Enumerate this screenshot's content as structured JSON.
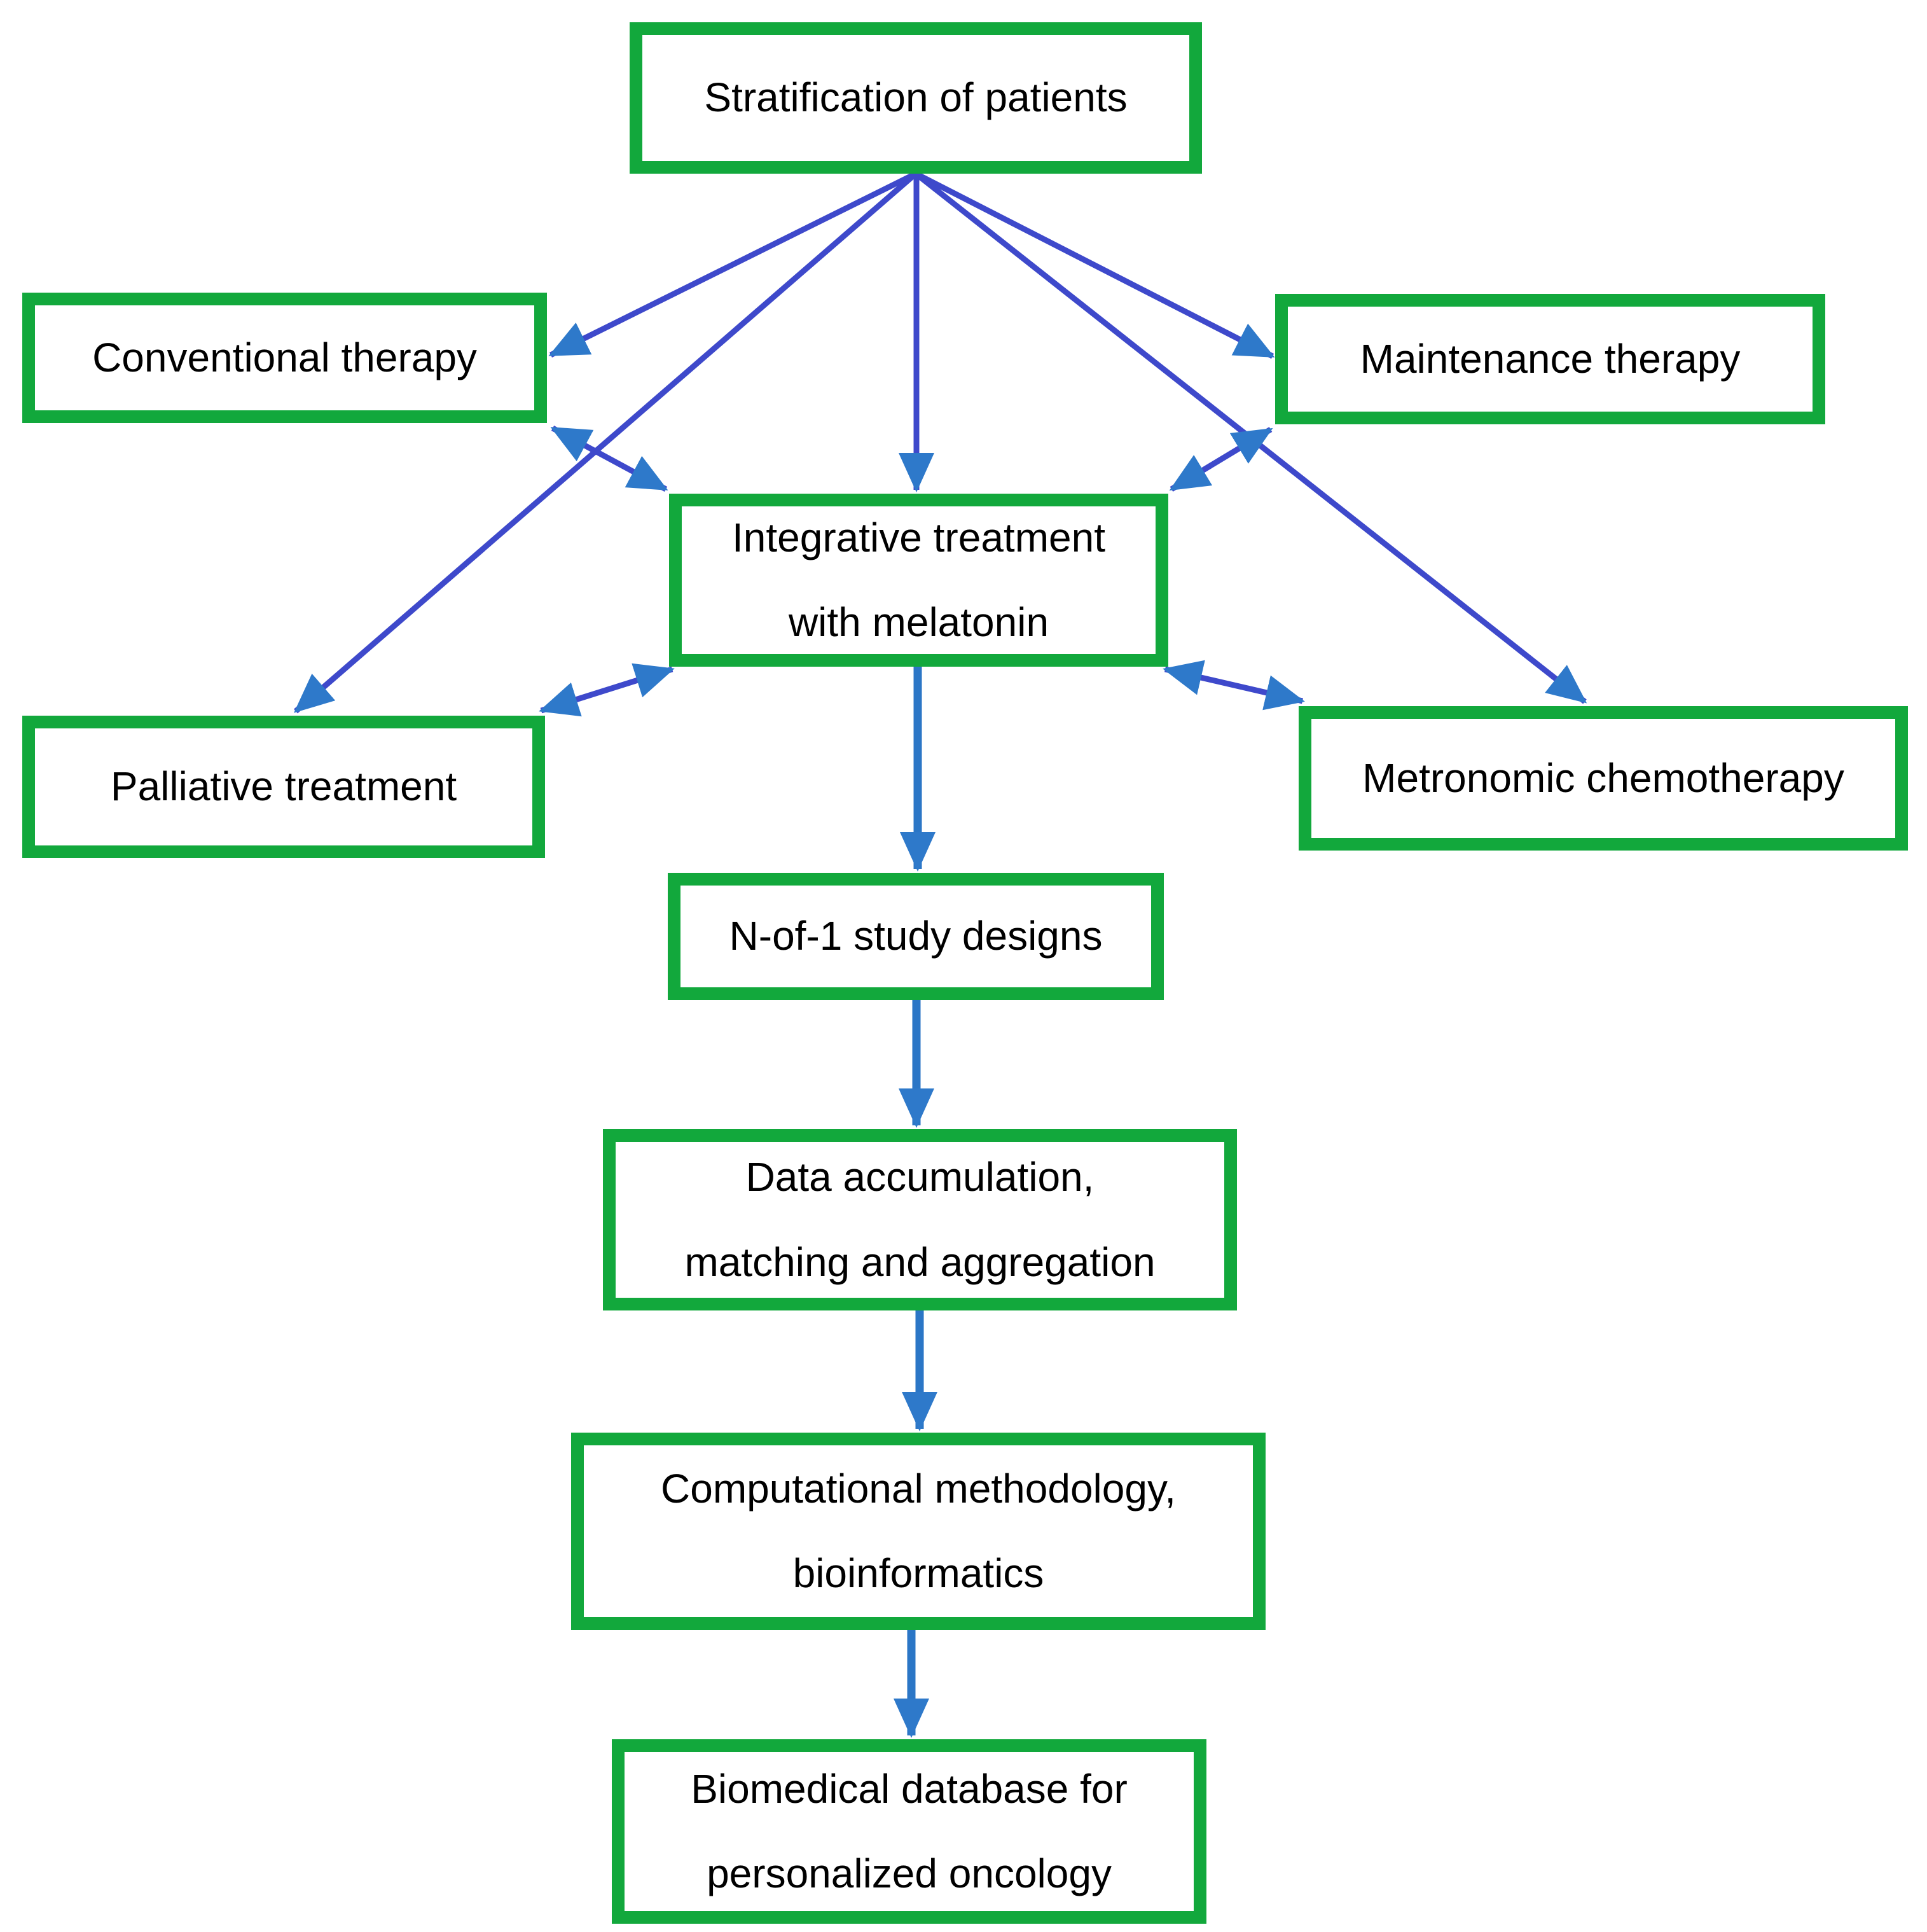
{
  "diagram": {
    "background": "#FFFFFF",
    "colors": {
      "box_border_green": "#12A83C",
      "text_black": "#000000",
      "fan_line_blue": "#3E49CB",
      "chain_line_blue": "#2B76C6",
      "arrowhead_blue": "#2E79CA"
    },
    "nodes": {
      "stratification": {
        "lines": [
          "Stratification of patients"
        ]
      },
      "conventional": {
        "lines": [
          "Conventional therapy"
        ]
      },
      "maintenance": {
        "lines": [
          "Maintenance therapy"
        ]
      },
      "integrative": {
        "lines": [
          "Integrative treatment",
          "with melatonin"
        ]
      },
      "palliative": {
        "lines": [
          "Palliative treatment"
        ]
      },
      "metronomic": {
        "lines": [
          "Metronomic chemotherapy"
        ]
      },
      "nof1": {
        "lines": [
          "N-of-1 study designs"
        ]
      },
      "data_accumulation": {
        "lines": [
          "Data accumulation,",
          "matching and aggregation"
        ]
      },
      "computational": {
        "lines": [
          "Computational methodology,",
          "bioinformatics"
        ]
      },
      "biomedical": {
        "lines": [
          "Biomedical database for",
          "personalized oncology"
        ]
      }
    },
    "arrows": [
      {
        "from": "stratification",
        "to": "conventional",
        "double": false
      },
      {
        "from": "stratification",
        "to": "maintenance",
        "double": false
      },
      {
        "from": "stratification",
        "to": "integrative",
        "double": false
      },
      {
        "from": "stratification",
        "to": "palliative",
        "double": false
      },
      {
        "from": "stratification",
        "to": "metronomic",
        "double": false
      },
      {
        "from": "conventional",
        "to": "integrative",
        "double": true
      },
      {
        "from": "maintenance",
        "to": "integrative",
        "double": true
      },
      {
        "from": "palliative",
        "to": "integrative",
        "double": true
      },
      {
        "from": "metronomic",
        "to": "integrative",
        "double": true
      },
      {
        "from": "integrative",
        "to": "nof1",
        "double": false
      },
      {
        "from": "nof1",
        "to": "data_accumulation",
        "double": false
      },
      {
        "from": "data_accumulation",
        "to": "computational",
        "double": false
      },
      {
        "from": "computational",
        "to": "biomedical",
        "double": false
      }
    ]
  }
}
